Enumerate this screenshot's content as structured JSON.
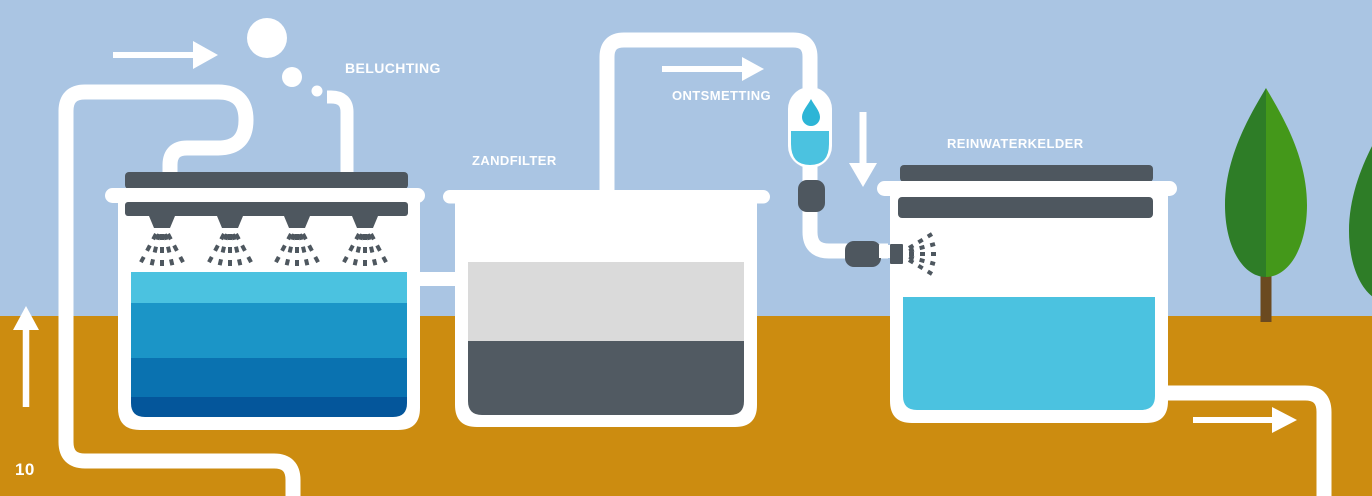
{
  "page_number": "10",
  "labels": {
    "beluchting": "BELUCHTING",
    "zandfilter": "ZANDFILTER",
    "ontsmetting": "ONTSMETTING",
    "reinwaterkelder": "REINWATERKELDER"
  },
  "colors": {
    "sky": "#aac5e3",
    "ground": "#cc8c10",
    "pipe_white": "#ffffff",
    "dark_slate": "#4e575f",
    "sand_light": "#dadada",
    "filter_dark_layer": "#515a62",
    "water_cyan": "#4bc2e0",
    "water_blue_2": "#1b95c7",
    "water_blue_3": "#0a72b0",
    "water_blue_4": "#04569b",
    "droplet": "#2db5d6",
    "tree_green_dark": "#2e7d27",
    "tree_green_light": "#44981a",
    "trunk_brown": "#6b4a20"
  },
  "icons": [
    "flow-arrow-right-icon",
    "flow-arrow-up-icon",
    "flow-arrow-down-icon",
    "air-bubbles-icon",
    "sprinkler-nozzle-icon",
    "drip-chamber-icon",
    "droplet-icon",
    "spray-nozzle-icon",
    "tree-icon"
  ]
}
